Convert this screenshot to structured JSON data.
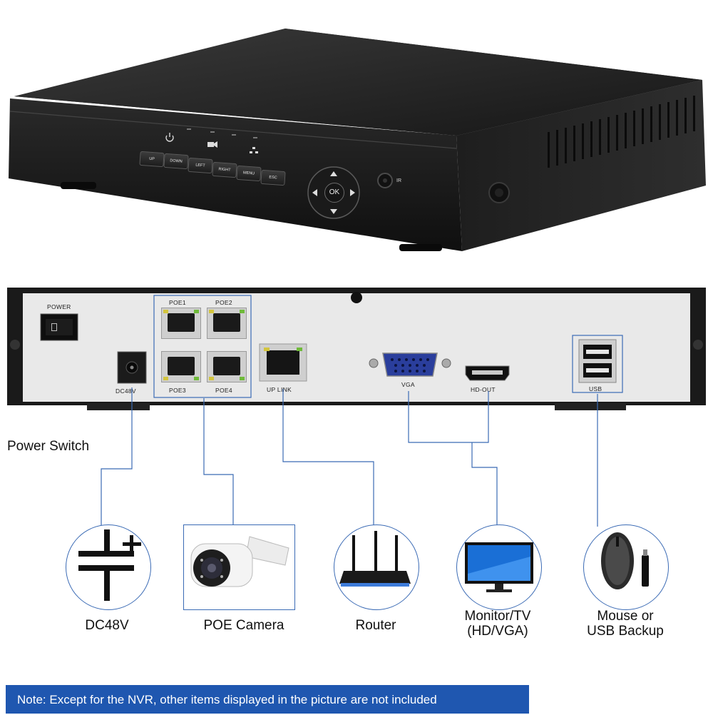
{
  "front_panel": {
    "buttons": [
      "UP",
      "DOWN",
      "LEFT",
      "RIGHT",
      "MENU",
      "ESC"
    ],
    "ok_label": "OK",
    "ir_label": "IR",
    "indicator_icons": [
      "power-icon",
      "camera-icon",
      "network-icon"
    ]
  },
  "back_panel": {
    "power_label": "POWER",
    "poe_ports": [
      "POE1",
      "POE2",
      "POE3",
      "POE4"
    ],
    "dc_label": "DC48V",
    "uplink_label": "UP LINK",
    "vga_label": "VGA",
    "hdout_label": "HD-OUT",
    "usb_label": "USB"
  },
  "callouts": {
    "power_switch": "Power Switch",
    "dc48v": "DC48V",
    "poe_camera": "POE Camera",
    "router": "Router",
    "monitor_line1": "Monitor/TV",
    "monitor_line2": "(HD/VGA)",
    "mouse_line1": "Mouse or",
    "mouse_line2": "USB Backup"
  },
  "note": "Note: Except for the NVR, other items displayed in the picture are not included",
  "colors": {
    "accent_blue": "#1f57b0",
    "callout_line": "#3b6bb5",
    "device_body": "#1c1c1c",
    "back_panel": "#e9e9e9"
  }
}
